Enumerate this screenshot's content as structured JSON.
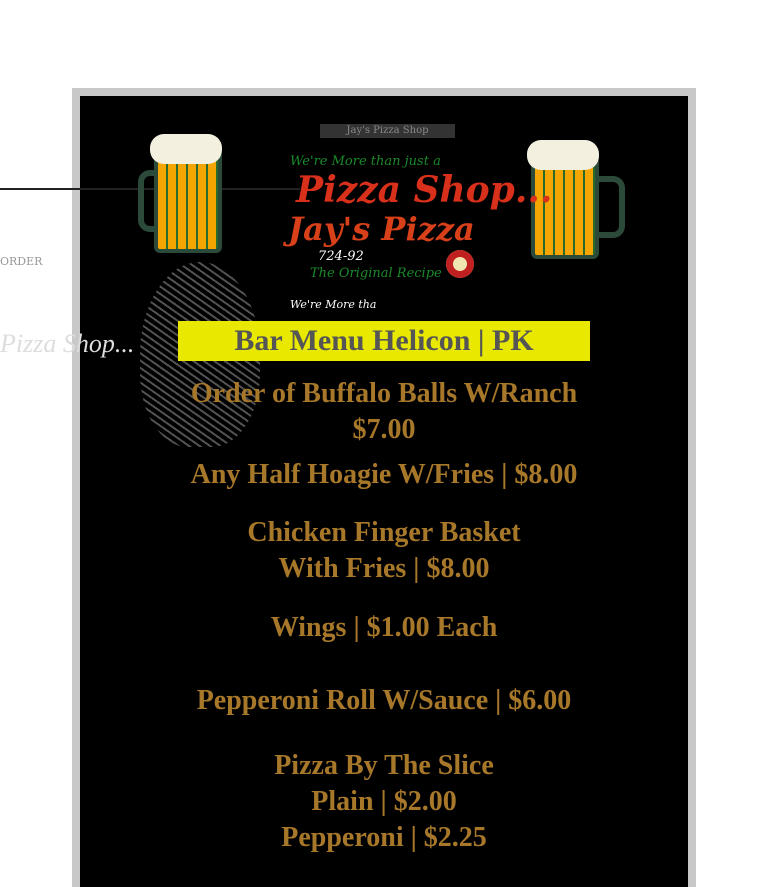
{
  "header": {
    "top_text": "Jay's Pizza Shop",
    "tagline": "We're More than just a",
    "shop_title": "Pizza Shop...",
    "brand": "Jay's Pizza",
    "phone": "724-92",
    "recipe": "The Original Recipe",
    "overlay_text": "We're More tha"
  },
  "banner": "Bar Menu Helicon | PK",
  "menu_items": [
    {
      "name": "Order of Buffalo Balls W/Ranch",
      "price": "$7.00"
    },
    {
      "name": "Any Half Hoagie W/Fries | $8.00"
    },
    {
      "name": "Chicken Finger Basket",
      "price": "With Fries | $8.00"
    },
    {
      "name": "Wings | $1.00 Each"
    },
    {
      "name": "Pepperoni Roll W/Sauce | $6.00"
    },
    {
      "name": "Pizza By The Slice",
      "lines": [
        "Plain | $2.00",
        "Pepperoni | $2.25"
      ]
    }
  ],
  "left_fragment": {
    "text": "ORDER",
    "script": "Pizza Shop..."
  }
}
